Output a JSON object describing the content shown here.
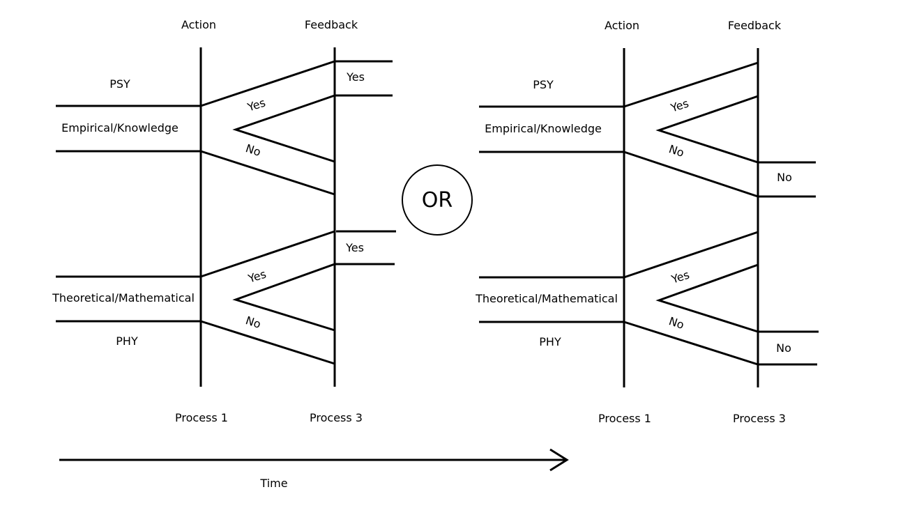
{
  "left": {
    "col_action": "Action",
    "col_feedback": "Feedback",
    "row_psy": "PSY",
    "row_empirical": "Empirical/Knowledge",
    "row_theoretical": "Theoretical/Mathematical",
    "row_phy": "PHY",
    "branch_top_yes": "Yes",
    "branch_top_no": "No",
    "branch_bottom_yes": "Yes",
    "branch_bottom_no": "No",
    "outcome_top": "Yes",
    "outcome_bottom": "Yes",
    "process_1": "Process 1",
    "process_3": "Process 3"
  },
  "or_label": "OR",
  "right": {
    "col_action": "Action",
    "col_feedback": "Feedback",
    "row_psy": "PSY",
    "row_empirical": "Empirical/Knowledge",
    "row_theoretical": "Theoretical/Mathematical",
    "row_phy": "PHY",
    "branch_top_yes": "Yes",
    "branch_top_no": "No",
    "branch_bottom_yes": "Yes",
    "branch_bottom_no": "No",
    "outcome_top": "No",
    "outcome_bottom": "No",
    "process_1": "Process 1",
    "process_3": "Process 3"
  },
  "time_label": "Time"
}
